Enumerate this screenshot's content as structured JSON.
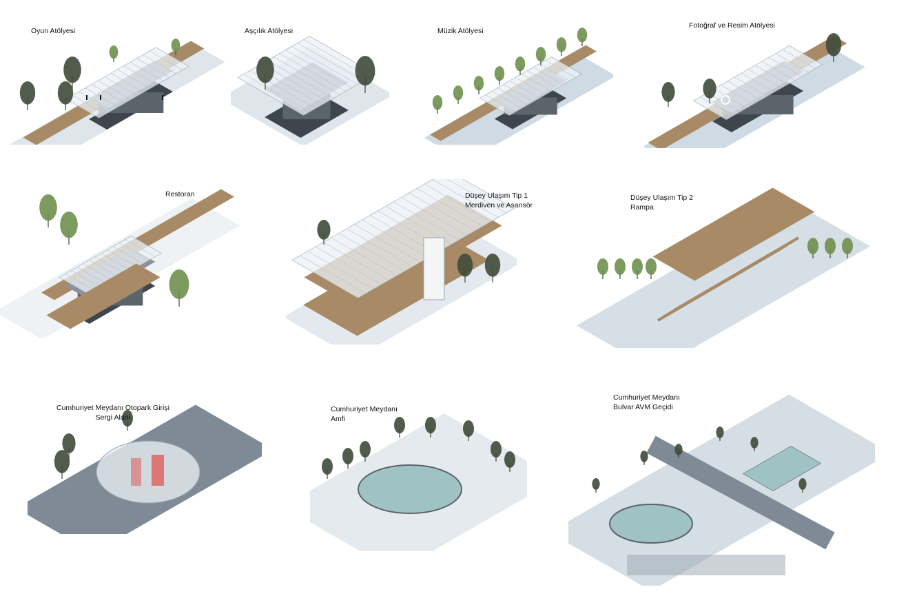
{
  "panels": [
    {
      "id": "oyun",
      "lines": [
        "Oyun Atölyesi"
      ]
    },
    {
      "id": "ascilik",
      "lines": [
        "Aşçılık Atölyesi"
      ]
    },
    {
      "id": "muzik",
      "lines": [
        "Müzik Atölyesi"
      ]
    },
    {
      "id": "fotograf",
      "lines": [
        "Fotoğraf ve Resim Atölyesi"
      ]
    },
    {
      "id": "restoran",
      "lines": [
        "Restoran"
      ]
    },
    {
      "id": "dusey1",
      "lines": [
        "Düşey Ulaşım Tip 1",
        "Merdiven ve Asansör"
      ]
    },
    {
      "id": "dusey2",
      "lines": [
        "Düşey Ulaşım Tip 2",
        "Rampa"
      ]
    },
    {
      "id": "otopark",
      "lines": [
        "Cumhuriyet Meydanı Otopark Girişi",
        "Sergi Alanı"
      ]
    },
    {
      "id": "amfi",
      "lines": [
        "Cumhuriyet Meydanı",
        "Amfi"
      ]
    },
    {
      "id": "bulvar",
      "lines": [
        "Cumhuriyet Meydanı",
        "Bulvar AVM Geçidi"
      ]
    }
  ],
  "colors": {
    "ground": "#dfe6eb",
    "wood": "#a88b66",
    "canopy": "#e9eef2",
    "building": "#5b636b",
    "tree": "#6f8f4e",
    "tree_dark": "#3f4a38",
    "water": "#9fc2c4",
    "accent": "#e0504a"
  }
}
